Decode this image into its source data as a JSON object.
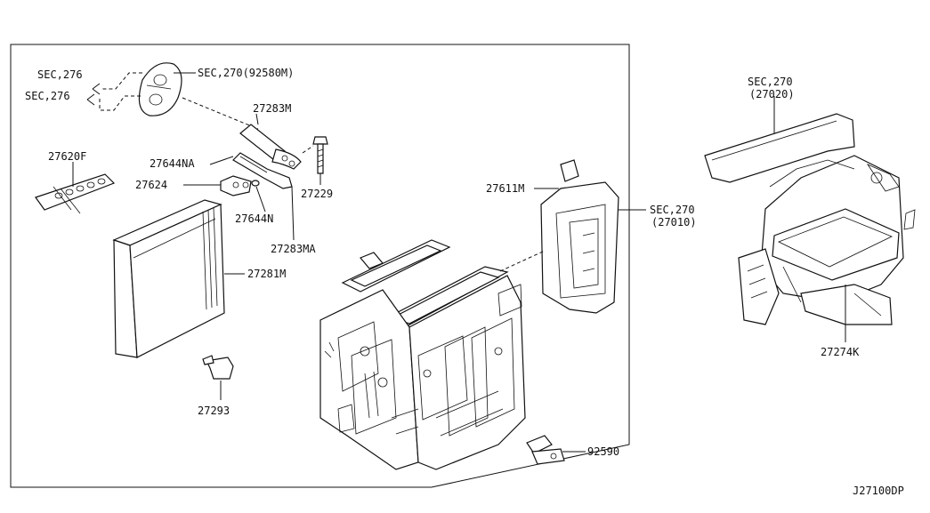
{
  "diagram_code": "J27100DP",
  "labels": {
    "sec276_a": "SEC,276",
    "sec276_b": "SEC,276",
    "sec270_92580m": "SEC,270(92580M)",
    "p27283m": "27283M",
    "p27620f": "27620F",
    "p27644na": "27644NA",
    "p27624": "27624",
    "p27229": "27229",
    "p27644n": "27644N",
    "p27283ma": "27283MA",
    "p27281m": "27281M",
    "p27293": "27293",
    "p27611m": "27611M",
    "sec270_main": "SEC,270",
    "sec270_main_sub": "(27010)",
    "sec270_right": "SEC,270",
    "sec270_right_sub": "(27020)",
    "p27274k": "27274K",
    "p92590": "92590"
  }
}
